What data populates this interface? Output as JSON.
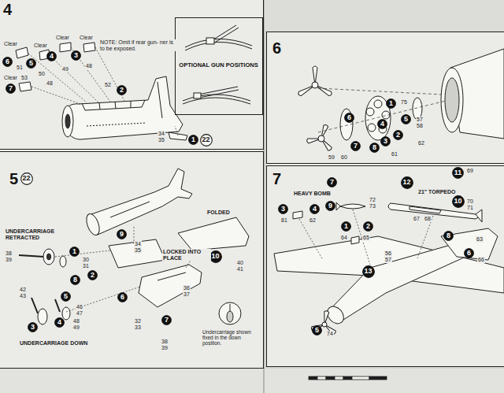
{
  "diagram": {
    "nodes": [
      {
        "text": [
          "4"
        ]
      },
      {
        "text": [
          "6"
        ]
      },
      {
        "text": [
          "5"
        ]
      },
      {
        "text": [
          "7"
        ]
      },
      {
        "text": [
          "OPTIONAL GUN POSITIONS"
        ],
        "in": 0
      },
      {
        "text": [
          "6"
        ],
        "in": 0
      },
      {
        "text": [
          "5"
        ],
        "in": 0
      },
      {
        "text": [
          "4"
        ],
        "in": 0
      },
      {
        "text": [
          "3"
        ],
        "in": 0
      },
      {
        "text": [
          "7"
        ],
        "in": 0
      },
      {
        "text": [
          "2"
        ],
        "in": 0
      },
      {
        "text": [
          "1"
        ],
        "in": 0
      },
      {
        "text": [
          "22"
        ],
        "in": 0
      },
      {
        "text": [
          "1"
        ],
        "in": 1
      },
      {
        "text": [
          "6"
        ],
        "in": 1
      },
      {
        "text": [
          "5"
        ],
        "in": 1
      },
      {
        "text": [
          "4"
        ],
        "in": 1
      },
      {
        "text": [
          "2"
        ],
        "in": 1
      },
      {
        "text": [
          "3"
        ],
        "in": 1
      },
      {
        "text": [
          "7"
        ],
        "in": 1
      },
      {
        "text": [
          "8"
        ],
        "in": 1
      },
      {
        "text": [
          "22"
        ],
        "in": 2
      },
      {
        "text": [
          "9"
        ],
        "in": 2
      },
      {
        "text": [
          "1"
        ],
        "in": 2
      },
      {
        "text": [
          "2"
        ],
        "in": 2
      },
      {
        "text": [
          "8"
        ],
        "in": 2
      },
      {
        "text": [
          "10"
        ],
        "in": 2
      },
      {
        "text": [
          "5"
        ],
        "in": 2
      },
      {
        "text": [
          "6"
        ],
        "in": 2
      },
      {
        "text": [
          "3"
        ],
        "in": 2
      },
      {
        "text": [
          "4"
        ],
        "in": 2
      },
      {
        "text": [
          "7"
        ],
        "in": 2
      },
      {
        "text": [
          "7"
        ],
        "in": 3
      },
      {
        "text": [
          "9"
        ],
        "in": 3
      },
      {
        "text": [
          "11"
        ],
        "in": 3
      },
      {
        "text": [
          "12"
        ],
        "in": 3
      },
      {
        "text": [
          "10"
        ],
        "in": 3
      },
      {
        "text": [
          "3"
        ],
        "in": 3
      },
      {
        "text": [
          "4"
        ],
        "in": 3
      },
      {
        "text": [
          "1"
        ],
        "in": 3
      },
      {
        "text": [
          "2"
        ],
        "in": 3
      },
      {
        "text": [
          "13"
        ],
        "in": 3
      },
      {
        "text": [
          "8"
        ],
        "in": 3
      },
      {
        "text": [
          "6"
        ],
        "in": 3
      },
      {
        "text": [
          "5"
        ],
        "in": 3
      }
    ],
    "labels": [
      "Clear",
      "Clear",
      "Clear",
      "Clear",
      "Clear",
      "53",
      "51",
      "50",
      "49",
      "48",
      "52",
      "48",
      "NOTE: Omit if rear gun- ner is to be exposed.",
      "34",
      "35",
      "75",
      "57",
      "58",
      "59",
      "60",
      "61",
      "62",
      "UNDERCARRIAGE RETRACTED",
      "UNDERCARRIAGE DOWN",
      "FOLDED",
      "LOCKED INTO PLACE",
      "Undercarriage shown fixed in the down position.",
      "38",
      "39",
      "30",
      "31",
      "34",
      "35",
      "36",
      "37",
      "32",
      "33",
      "38",
      "39",
      "40",
      "41",
      "42",
      "43",
      "46",
      "47",
      "48",
      "49",
      "HEAVY BOMB",
      "21\" TORPEDO",
      "72",
      "73",
      "67",
      "68",
      "69",
      "70",
      "71",
      "62",
      "81",
      "63",
      "64",
      "65",
      "66",
      "74",
      "56",
      "57"
    ]
  }
}
